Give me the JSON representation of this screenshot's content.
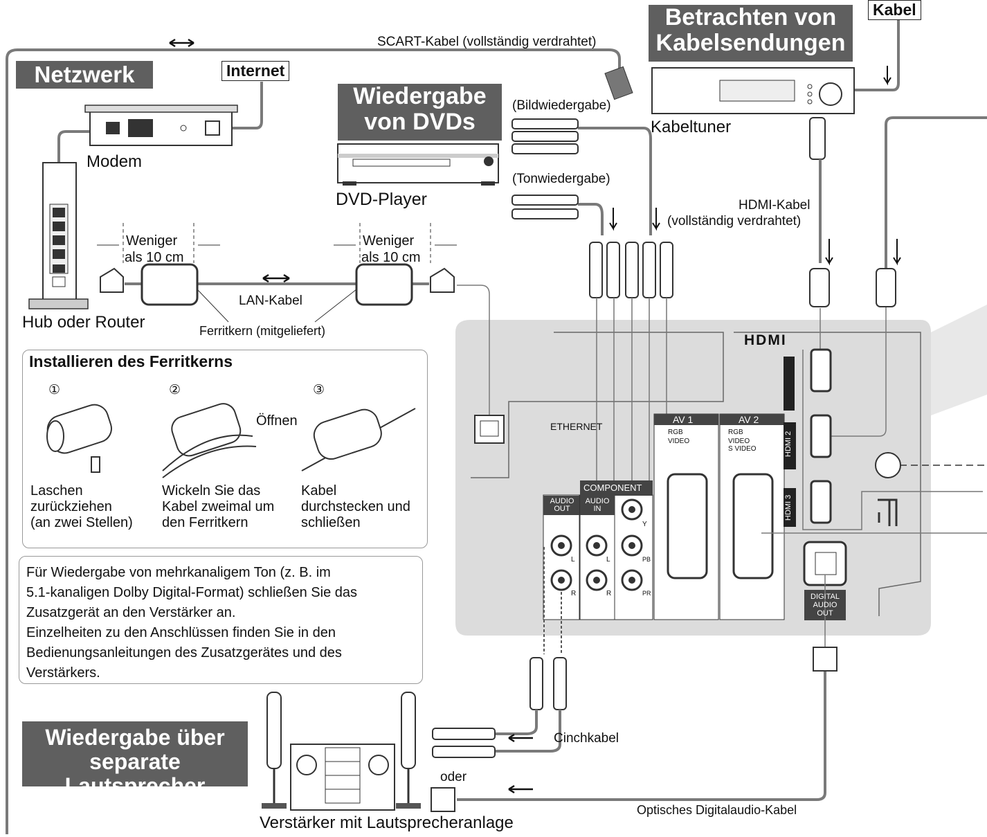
{
  "banners": {
    "network": "Netzwerk",
    "dvd_line1": "Wiedergabe",
    "dvd_line2": "von DVDs",
    "cable_line1": "Betrachten von",
    "cable_line2": "Kabelsendungen",
    "speakers_line1": "Wiedergabe über",
    "speakers_line2": "separate Lautsprecher"
  },
  "boxed_labels": {
    "internet": "Internet",
    "kabel": "Kabel"
  },
  "devices": {
    "modem": "Modem",
    "hub": "Hub oder Router",
    "dvd_player": "DVD-Player",
    "cable_tuner": "Kabeltuner",
    "amplifier": "Verstärker mit Lautsprecheranlage"
  },
  "cables": {
    "scart": "SCART-Kabel (vollständig verdrahtet)",
    "hdmi_line1": "HDMI-Kabel",
    "hdmi_line2": "(vollständig verdrahtet)",
    "lan": "LAN-Kabel",
    "ferrite": "Ferritkern (mitgeliefert)",
    "video": "(Bildwiedergabe)",
    "audio": "(Tonwiedergabe)",
    "cinch": "Cinchkabel",
    "optical": "Optisches Digitalaudio-Kabel",
    "or": "oder"
  },
  "distance": {
    "line1": "Weniger",
    "line2": "als 10 cm"
  },
  "ferrite_install": {
    "title": "Installieren des Ferritkerns",
    "step1_num": "①",
    "step2_num": "②",
    "step3_num": "③",
    "open": "Öffnen",
    "step1_l1": "Laschen",
    "step1_l2": "zurückziehen",
    "step1_l3": "(an zwei Stellen)",
    "step2_l1": "Wickeln Sie das",
    "step2_l2": "Kabel zweimal um",
    "step2_l3": "den Ferritkern",
    "step3_l1": "Kabel",
    "step3_l2": "durchstecken und",
    "step3_l3": "schließen"
  },
  "note": {
    "l1": "Für Wiedergabe von mehrkanaligem Ton (z. B. im",
    "l2": "5.1-kanaligen Dolby Digital-Format) schließen Sie das",
    "l3": "Zusatzgerät an den Verstärker an.",
    "l4": "Einzelheiten zu den Anschlüssen finden Sie in den",
    "l5": "Bedienungsanleitungen des Zusatzgerätes und des",
    "l6": "Verstärkers."
  },
  "tv_panel": {
    "hdmi_logo": "HDMI",
    "ethernet": "ETHERNET",
    "av1": "AV 1",
    "av2": "AV 2",
    "rgb": "RGB",
    "video": "VIDEO",
    "svideo": "S VIDEO",
    "component": "COMPONENT",
    "audio_out": "AUDIO OUT",
    "audio_in": "AUDIO IN",
    "hdmi2": "HDMI 2",
    "hdmi3": "HDMI 3",
    "digital_audio_out": "DIGITAL AUDIO OUT",
    "l": "L",
    "r": "R",
    "y": "Y",
    "pb": "PB",
    "pr": "PR"
  },
  "colors": {
    "banner": "#5f5f5f",
    "panel": "#dcdcdc",
    "line": "#7a7a7a"
  }
}
